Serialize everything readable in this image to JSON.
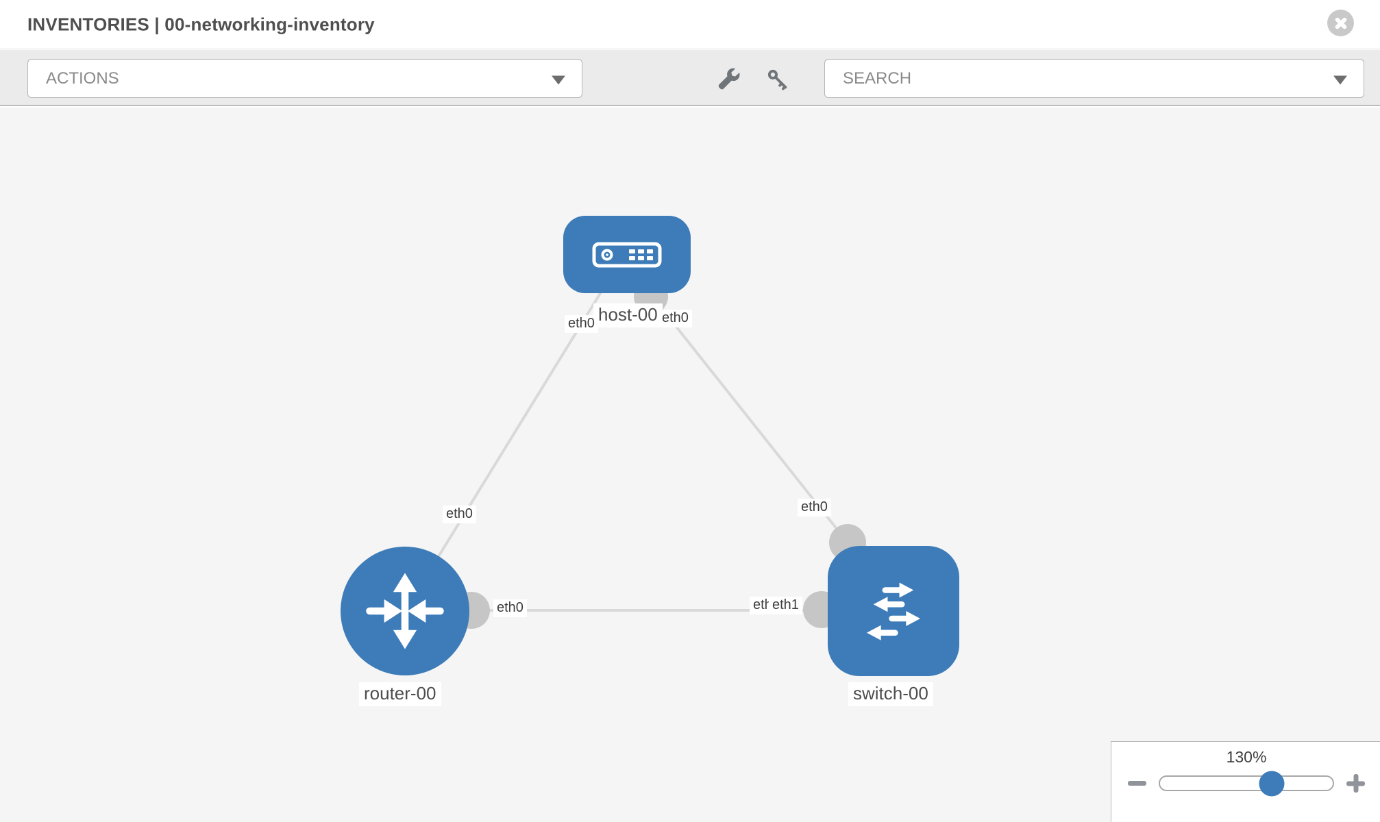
{
  "header": {
    "title": "INVENTORIES | 00-networking-inventory"
  },
  "toolbar": {
    "actions_label": "ACTIONS",
    "search_label": "SEARCH"
  },
  "icons": {
    "close": "circle-x",
    "wrench": "wrench",
    "key": "key",
    "actions_caret": "caret-down",
    "search_caret": "caret-down",
    "zoom_out": "minus",
    "zoom_in": "plus"
  },
  "topology": {
    "nodes": [
      {
        "name": "host-00",
        "type": "host"
      },
      {
        "name": "router-00",
        "type": "router"
      },
      {
        "name": "switch-00",
        "type": "switch"
      }
    ],
    "links": [
      {
        "from": "host-00",
        "from_interface": "eth0",
        "to": "router-00",
        "to_interface": "eth0"
      },
      {
        "from": "host-00",
        "from_interface": "eth0",
        "to": "switch-00",
        "to_interface": "eth0"
      },
      {
        "from": "router-00",
        "from_interface": "eth0",
        "to": "switch-00",
        "to_interface": "eth1",
        "overlapped_label": "eth0"
      }
    ]
  },
  "zoom_control": {
    "level": "130%"
  },
  "colors": {
    "node_fill": "#3d7cb8",
    "link": "#d9d9d9",
    "interface_circle": "#c6c6c6",
    "slider_thumb": "#3d7cb8"
  }
}
